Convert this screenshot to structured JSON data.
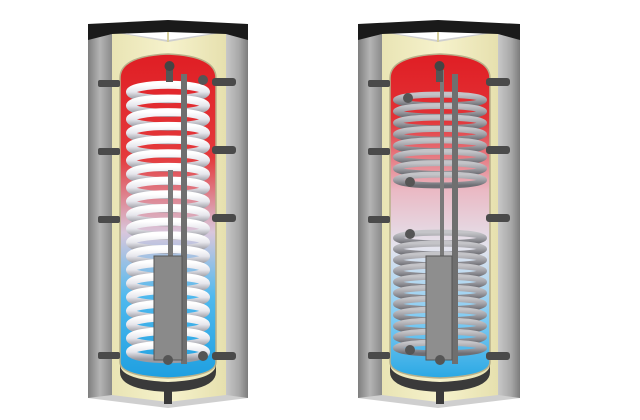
{
  "diagram": {
    "tanks": [
      {
        "id": "single-coil",
        "coils": 1
      },
      {
        "id": "twin-coil",
        "coils": 2
      }
    ],
    "colors": {
      "hot": "#e01e24",
      "warm": "#d8c8d8",
      "cold": "#2aa8e4",
      "insulation": "#f3efc3",
      "casing": "#9d9d9d",
      "cap": "#1a1a1a",
      "coil_single": "#e4e4ea",
      "coil_twin": "#a0a0a6",
      "pipe": "#6a6a6a",
      "anode": "#8a8a8a"
    }
  }
}
